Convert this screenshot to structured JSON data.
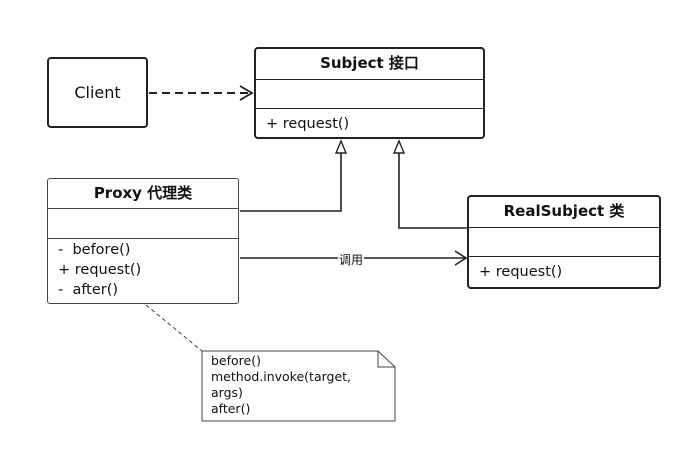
{
  "client": {
    "label": "Client"
  },
  "subject": {
    "title": "Subject 接口",
    "operations": [
      "+ request()"
    ]
  },
  "proxy": {
    "title": "Proxy 代理类",
    "operations": [
      "-  before()",
      "+ request()",
      "-  after()"
    ]
  },
  "real_subject": {
    "title": "RealSubject 类",
    "operations": [
      "+ request()"
    ]
  },
  "call_label": "调用",
  "note": {
    "lines": [
      "before()",
      "method.invoke(target,",
      "args)",
      "after()"
    ]
  }
}
